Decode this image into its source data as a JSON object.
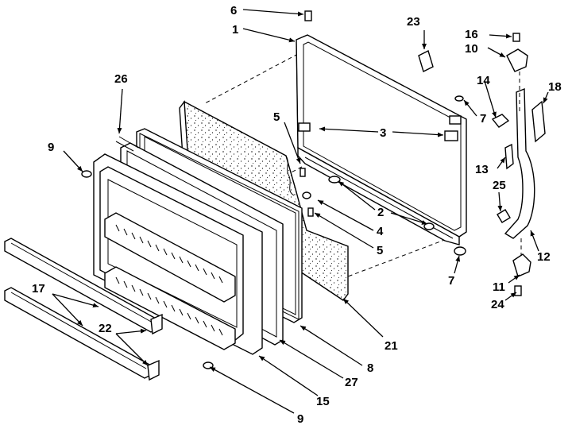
{
  "callouts": {
    "c1": "1",
    "c2": "2",
    "c3": "3",
    "c4": "4",
    "c5a": "5",
    "c5b": "5",
    "c6": "6",
    "c7a": "7",
    "c7b": "7",
    "c8": "8",
    "c9a": "9",
    "c9b": "9",
    "c10": "10",
    "c11": "11",
    "c12": "12",
    "c13": "13",
    "c14": "14",
    "c15": "15",
    "c16": "16",
    "c17": "17",
    "c18": "18",
    "c21": "21",
    "c22": "22",
    "c23": "23",
    "c24": "24",
    "c25": "25",
    "c26": "26",
    "c27": "27"
  }
}
